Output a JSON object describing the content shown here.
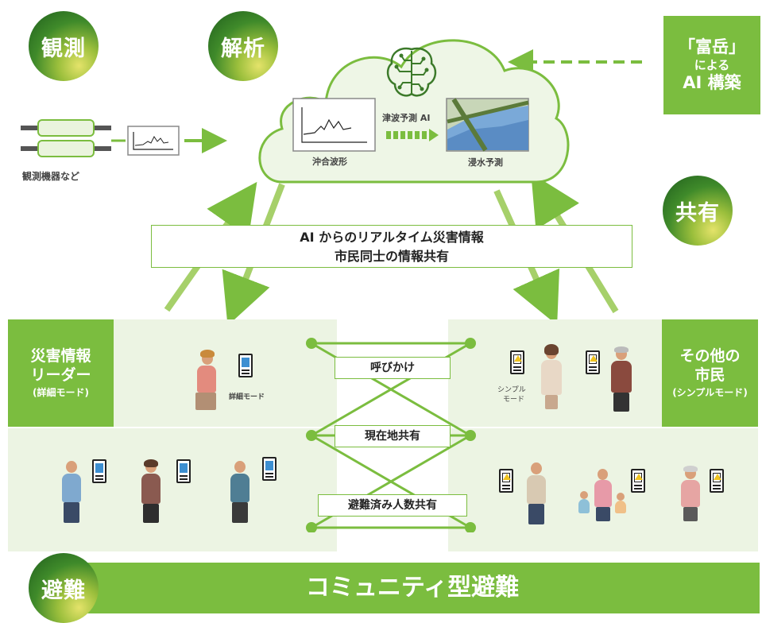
{
  "circles": {
    "observe": "観測",
    "analyze": "解析",
    "share": "共有",
    "evacuate": "避難"
  },
  "fugaku_box": {
    "line1": "「富岳」",
    "line2": "による",
    "line3": "AI 構築"
  },
  "observation": {
    "device_label": "観測機器など"
  },
  "cloud": {
    "offshore_label": "沖合波形",
    "ai_label": "津波予測 AI",
    "inundation_label": "浸水予測"
  },
  "info_box": {
    "line1": "AI からのリアルタイム災害情報",
    "line2": "市民同士の情報共有"
  },
  "leader_box": {
    "line1": "災害情報",
    "line2": "リーダー",
    "line3": "(詳細モード)"
  },
  "citizen_box": {
    "line1": "その他の",
    "line2": "市民",
    "line3": "(シンプルモード)"
  },
  "mode_labels": {
    "detailed": "詳細モード",
    "simple_line1": "シンプル",
    "simple_line2": "モード"
  },
  "share_tags": {
    "call": "呼びかけ",
    "location": "現在地共有",
    "count": "避難済み人数共有"
  },
  "bottom_bar": {
    "label": "コミュニティ型避難"
  },
  "colors": {
    "accent_green": "#7bbd3f",
    "light_panel": "#ecf4e3",
    "dark_green": "#1e5c1c"
  }
}
